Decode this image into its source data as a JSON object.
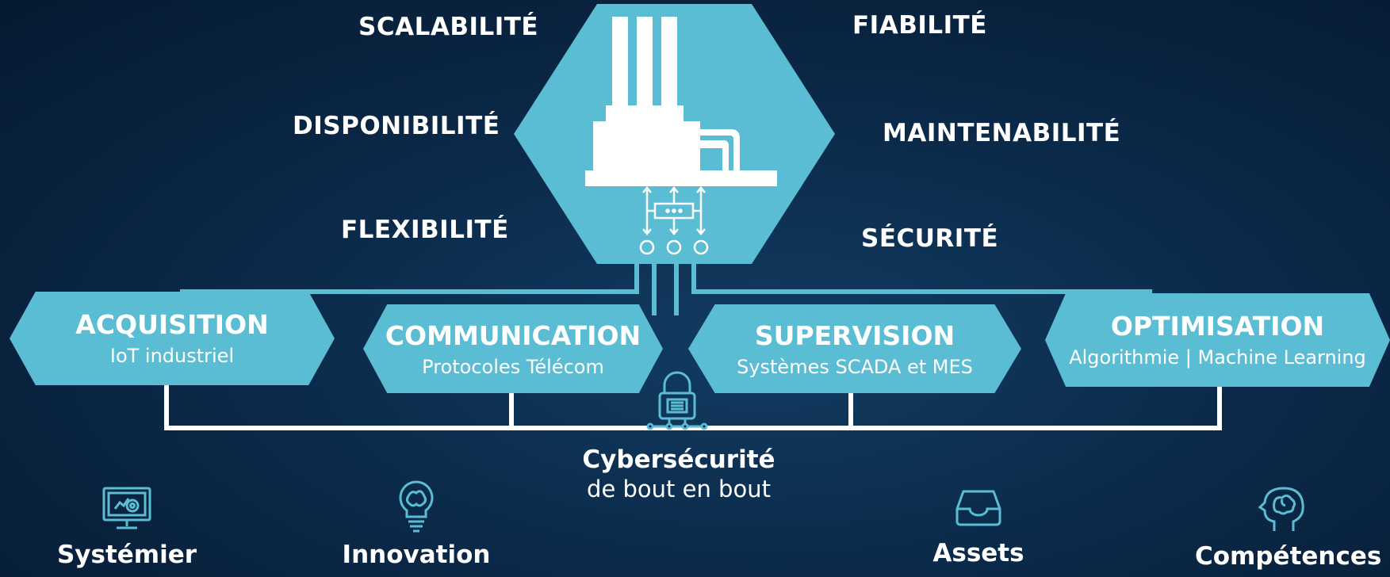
{
  "attributes": {
    "left": [
      "SCALABILITÉ",
      "DISPONIBILITÉ",
      "FLEXIBILITÉ"
    ],
    "right": [
      "FIABILITÉ",
      "MAINTENABILITÉ",
      "SÉCURITÉ"
    ]
  },
  "modules": [
    {
      "title": "ACQUISITION",
      "subtitle": "IoT industriel"
    },
    {
      "title": "COMMUNICATION",
      "subtitle": "Protocoles Télécom"
    },
    {
      "title": "SUPERVISION",
      "subtitle": "Systèmes SCADA et MES"
    },
    {
      "title": "OPTIMISATION",
      "subtitle": "Algorithmie | Machine Learning"
    }
  ],
  "cybersecurity": {
    "title": "Cybersécurité",
    "subtitle": "de bout en bout",
    "icon": "padlock-icon"
  },
  "bottom_items": [
    {
      "label": "Systémier",
      "icon": "monitor-gear-icon"
    },
    {
      "label": "Innovation",
      "icon": "lightbulb-brain-icon"
    },
    {
      "label": "Assets",
      "icon": "inbox-tray-icon"
    },
    {
      "label": "Compétences",
      "icon": "head-brain-icon"
    }
  ],
  "colors": {
    "accent": "#5bbdd4",
    "background": "#0b2a4a",
    "text": "#ffffff"
  }
}
